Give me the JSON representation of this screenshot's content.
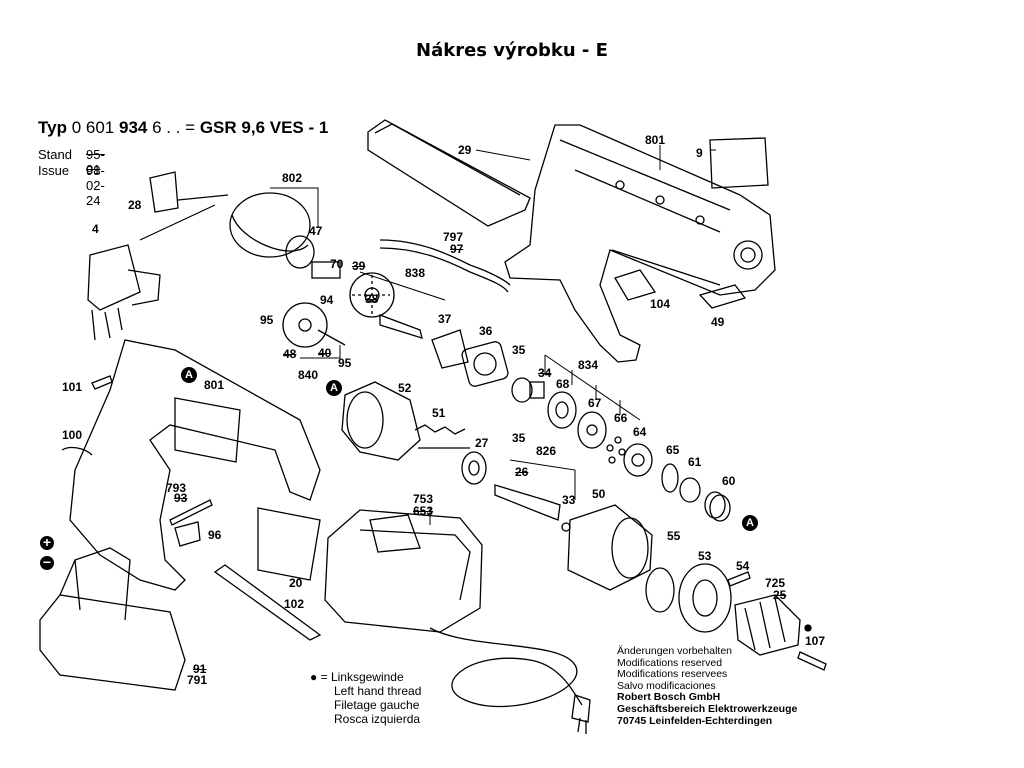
{
  "title": "Nákres výrobku - E",
  "header": {
    "type_label": "Typ",
    "number_part1": "0 601",
    "number_part2": "934",
    "number_part3": "6 . . =",
    "model": "GSR 9,6  VES - 1",
    "stand_label": "Stand",
    "stand_value": "95-01",
    "issue_label": "Issue",
    "issue_value": "98-02-24"
  },
  "parts": [
    {
      "id": "p29",
      "label": "29"
    },
    {
      "id": "p801a",
      "label": "801"
    },
    {
      "id": "p9",
      "label": "9"
    },
    {
      "id": "p802",
      "label": "802"
    },
    {
      "id": "p47",
      "label": "47"
    },
    {
      "id": "p28",
      "label": "28"
    },
    {
      "id": "p4",
      "label": "4"
    },
    {
      "id": "p797",
      "label": "797"
    },
    {
      "id": "p97",
      "label": "97"
    },
    {
      "id": "p70",
      "label": "70"
    },
    {
      "id": "p39",
      "label": "39"
    },
    {
      "id": "p838",
      "label": "838"
    },
    {
      "id": "p94",
      "label": "94"
    },
    {
      "id": "p38",
      "label": "38"
    },
    {
      "id": "p95a",
      "label": "95"
    },
    {
      "id": "p37",
      "label": "37"
    },
    {
      "id": "p104",
      "label": "104"
    },
    {
      "id": "p49",
      "label": "49"
    },
    {
      "id": "p36",
      "label": "36"
    },
    {
      "id": "p48",
      "label": "48"
    },
    {
      "id": "p40",
      "label": "40"
    },
    {
      "id": "p95b",
      "label": "95"
    },
    {
      "id": "p840",
      "label": "840"
    },
    {
      "id": "p35a",
      "label": "35"
    },
    {
      "id": "p834",
      "label": "834"
    },
    {
      "id": "p34",
      "label": "34"
    },
    {
      "id": "p101",
      "label": "101"
    },
    {
      "id": "p801b",
      "label": "801"
    },
    {
      "id": "p52",
      "label": "52"
    },
    {
      "id": "p68",
      "label": "68"
    },
    {
      "id": "p67",
      "label": "67"
    },
    {
      "id": "p51",
      "label": "51"
    },
    {
      "id": "p66",
      "label": "66"
    },
    {
      "id": "p64",
      "label": "64"
    },
    {
      "id": "p35b",
      "label": "35"
    },
    {
      "id": "p100",
      "label": "100"
    },
    {
      "id": "p27",
      "label": "27"
    },
    {
      "id": "p826",
      "label": "826"
    },
    {
      "id": "p65",
      "label": "65"
    },
    {
      "id": "p26",
      "label": "26"
    },
    {
      "id": "p61",
      "label": "61"
    },
    {
      "id": "p60",
      "label": "60"
    },
    {
      "id": "p793",
      "label": "793"
    },
    {
      "id": "p93",
      "label": "93"
    },
    {
      "id": "p753",
      "label": "753"
    },
    {
      "id": "p653",
      "label": "653"
    },
    {
      "id": "p50",
      "label": "50"
    },
    {
      "id": "p33",
      "label": "33"
    },
    {
      "id": "p96",
      "label": "96"
    },
    {
      "id": "p55",
      "label": "55"
    },
    {
      "id": "p53",
      "label": "53"
    },
    {
      "id": "p54",
      "label": "54"
    },
    {
      "id": "p725",
      "label": "725"
    },
    {
      "id": "p25",
      "label": "25"
    },
    {
      "id": "p20",
      "label": "20"
    },
    {
      "id": "p102",
      "label": "102"
    },
    {
      "id": "p107",
      "label": "107"
    },
    {
      "id": "p91",
      "label": "91"
    },
    {
      "id": "p791",
      "label": "791"
    }
  ],
  "callouts": {
    "a1": "A",
    "a2": "A",
    "a3": "A"
  },
  "legend": {
    "bullet": "● =",
    "line1": "Linksgewinde",
    "line2": "Left hand thread",
    "line3": "Filetage gauche",
    "line4": "Rosca izquierda"
  },
  "notes": {
    "line1": "Änderungen vorbehalten",
    "line2": "Modifications reserved",
    "line3": "Modifications reservees",
    "line4": "Salvo modificaciones",
    "line5": "Robert Bosch GmbH",
    "line6": "Geschäftsbereich Elektrowerkzeuge",
    "line7": "70745 Leinfelden-Echterdingen"
  },
  "battery_symbols": {
    "plus": "+",
    "minus": "−"
  }
}
